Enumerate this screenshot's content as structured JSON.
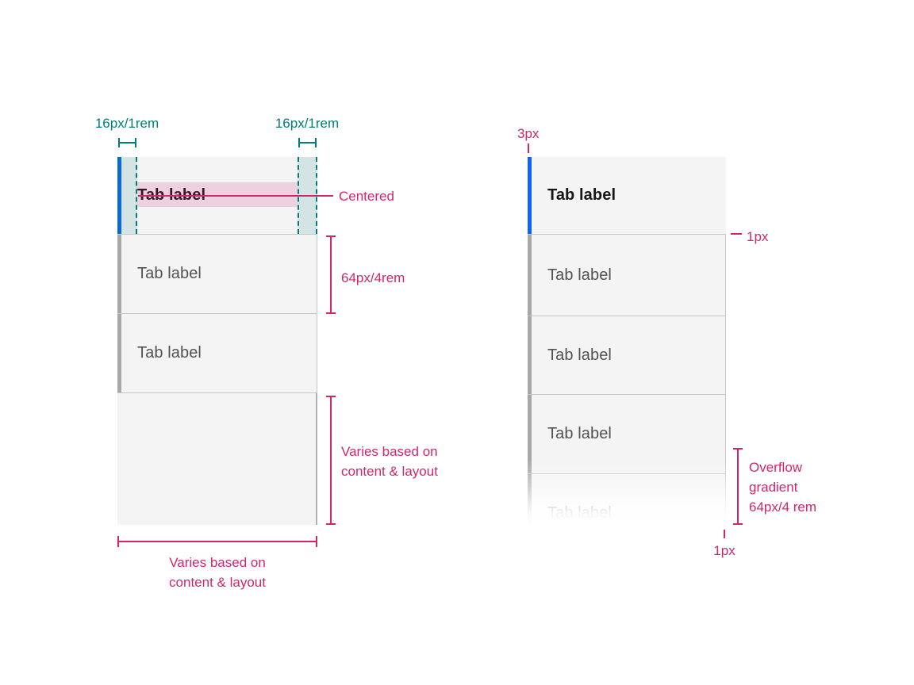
{
  "colors": {
    "selected_indicator_blue": "#0f62fe",
    "annotation_teal": "#007d79",
    "annotation_pink": "#d02670",
    "tab_background": "#f4f4f4",
    "divider_gray": "#c6c6c6",
    "unselected_stripe_gray": "#a8a8a8",
    "label_gray": "#525252",
    "label_selected": "#161616"
  },
  "left": {
    "pad_left_label": "16px/1rem",
    "pad_right_label": "16px/1rem",
    "centered_label": "Centered",
    "tab_height_label": "64px/4rem",
    "content_v_label_line1": "Varies based on",
    "content_v_label_line2": "content & layout",
    "content_h_label_line1": "Varies based on",
    "content_h_label_line2": "content & layout",
    "tabs": [
      {
        "label": "Tab label",
        "state": "selected"
      },
      {
        "label": "Tab label",
        "state": "unselected"
      },
      {
        "label": "Tab label",
        "state": "unselected"
      }
    ]
  },
  "right": {
    "indicator_width_label": "3px",
    "divider_width_label": "1px",
    "border_width_label": "1px",
    "overflow_label_line1": "Overflow",
    "overflow_label_line2": "gradient",
    "overflow_label_line3": "64px/4 rem",
    "tabs": [
      {
        "label": "Tab label",
        "state": "selected"
      },
      {
        "label": "Tab label",
        "state": "unselected"
      },
      {
        "label": "Tab label",
        "state": "unselected"
      },
      {
        "label": "Tab label",
        "state": "unselected"
      },
      {
        "label": "Tab label",
        "state": "overflow-faded"
      }
    ]
  }
}
